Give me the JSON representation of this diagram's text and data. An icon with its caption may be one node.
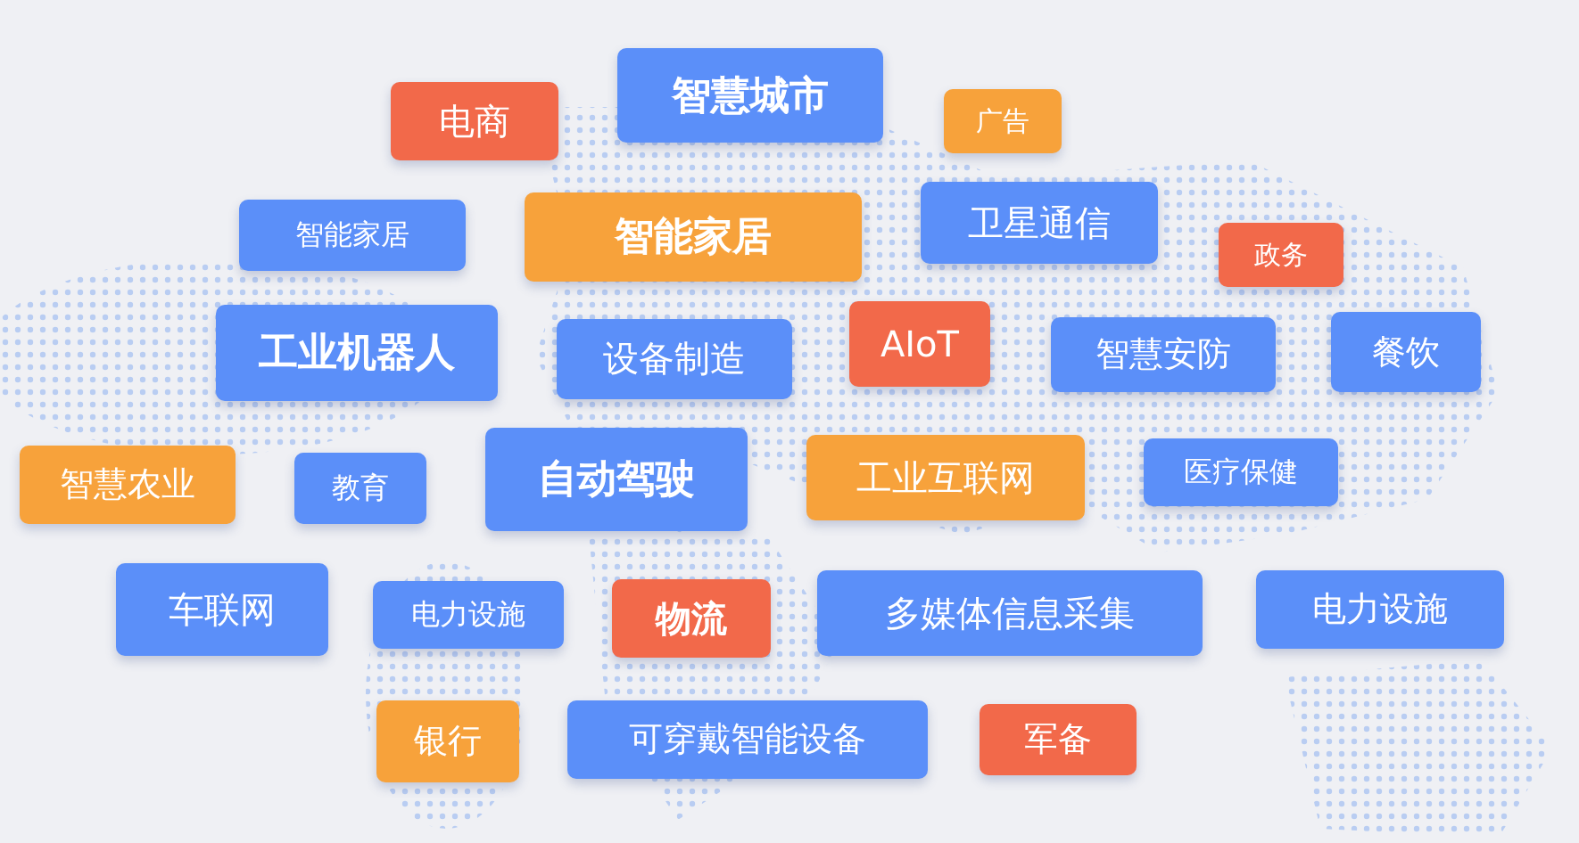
{
  "diagram": {
    "nodes": [
      {
        "text": [
          "电商"
        ]
      },
      {
        "text": [
          "智慧城市"
        ]
      },
      {
        "text": [
          "广告"
        ]
      },
      {
        "text": [
          "智能家居"
        ]
      },
      {
        "text": [
          "智能家居"
        ]
      },
      {
        "text": [
          "卫星通信"
        ]
      },
      {
        "text": [
          "政务"
        ]
      },
      {
        "text": [
          "工业机器人"
        ]
      },
      {
        "text": [
          "设备制造"
        ]
      },
      {
        "text": [
          "AIoT"
        ]
      },
      {
        "text": [
          "智慧安防"
        ]
      },
      {
        "text": [
          "餐饮"
        ]
      },
      {
        "text": [
          "智慧农业"
        ]
      },
      {
        "text": [
          "教育"
        ]
      },
      {
        "text": [
          "自动驾驶"
        ]
      },
      {
        "text": [
          "工业互联网"
        ]
      },
      {
        "text": [
          "医疗保健"
        ]
      },
      {
        "text": [
          "车联网"
        ]
      },
      {
        "text": [
          "电力设施"
        ]
      },
      {
        "text": [
          "物流"
        ]
      },
      {
        "text": [
          "多媒体信息采集"
        ]
      },
      {
        "text": [
          "电力设施"
        ]
      },
      {
        "text": [
          "银行"
        ]
      },
      {
        "text": [
          "可穿戴智能设备"
        ]
      },
      {
        "text": [
          "军备"
        ]
      }
    ]
  }
}
